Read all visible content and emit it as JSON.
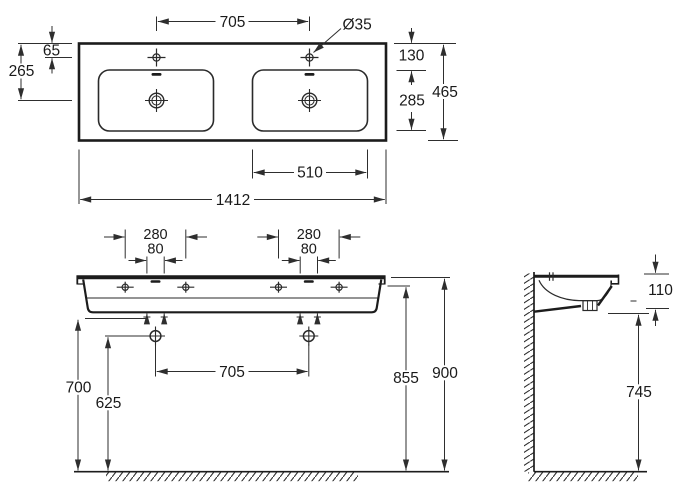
{
  "drawing": {
    "background": "#ffffff",
    "line_color": "#1c1c1c",
    "dim_color": "#2e2e2e",
    "views": {
      "plan": {
        "dims": {
          "faucet_spacing": "705",
          "hole_diameter": "Ø35",
          "faucet_offset": "65",
          "drain_offset": "265",
          "back_to_basin": "130",
          "basin_depth": "285",
          "overall_depth": "465",
          "basin_width": "510",
          "overall_width": "1412"
        }
      },
      "front": {
        "dims": {
          "fixing_spacing_left": "280",
          "fixing_slot_left": "80",
          "fixing_spacing_right": "280",
          "fixing_slot_right": "80",
          "bracket_spacing": "705",
          "underside_height": "700",
          "bracket_height": "625",
          "rim_height": "855",
          "top_height": "900"
        }
      },
      "side": {
        "dims": {
          "front_edge_height": "110",
          "wall_clearance": "745"
        }
      }
    }
  }
}
